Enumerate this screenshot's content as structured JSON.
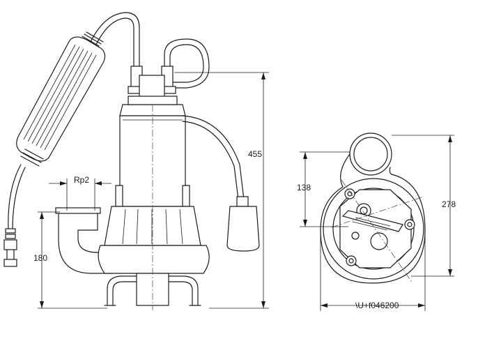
{
  "dimensions": {
    "overall_height": "455",
    "outlet_height": "180",
    "outlet_thread": "Rp2",
    "top_view_offset": "138",
    "top_view_depth": "278",
    "top_view_diameter": "\\U+f046200"
  },
  "colors": {
    "line": "#1a1a1a",
    "background": "#ffffff"
  }
}
